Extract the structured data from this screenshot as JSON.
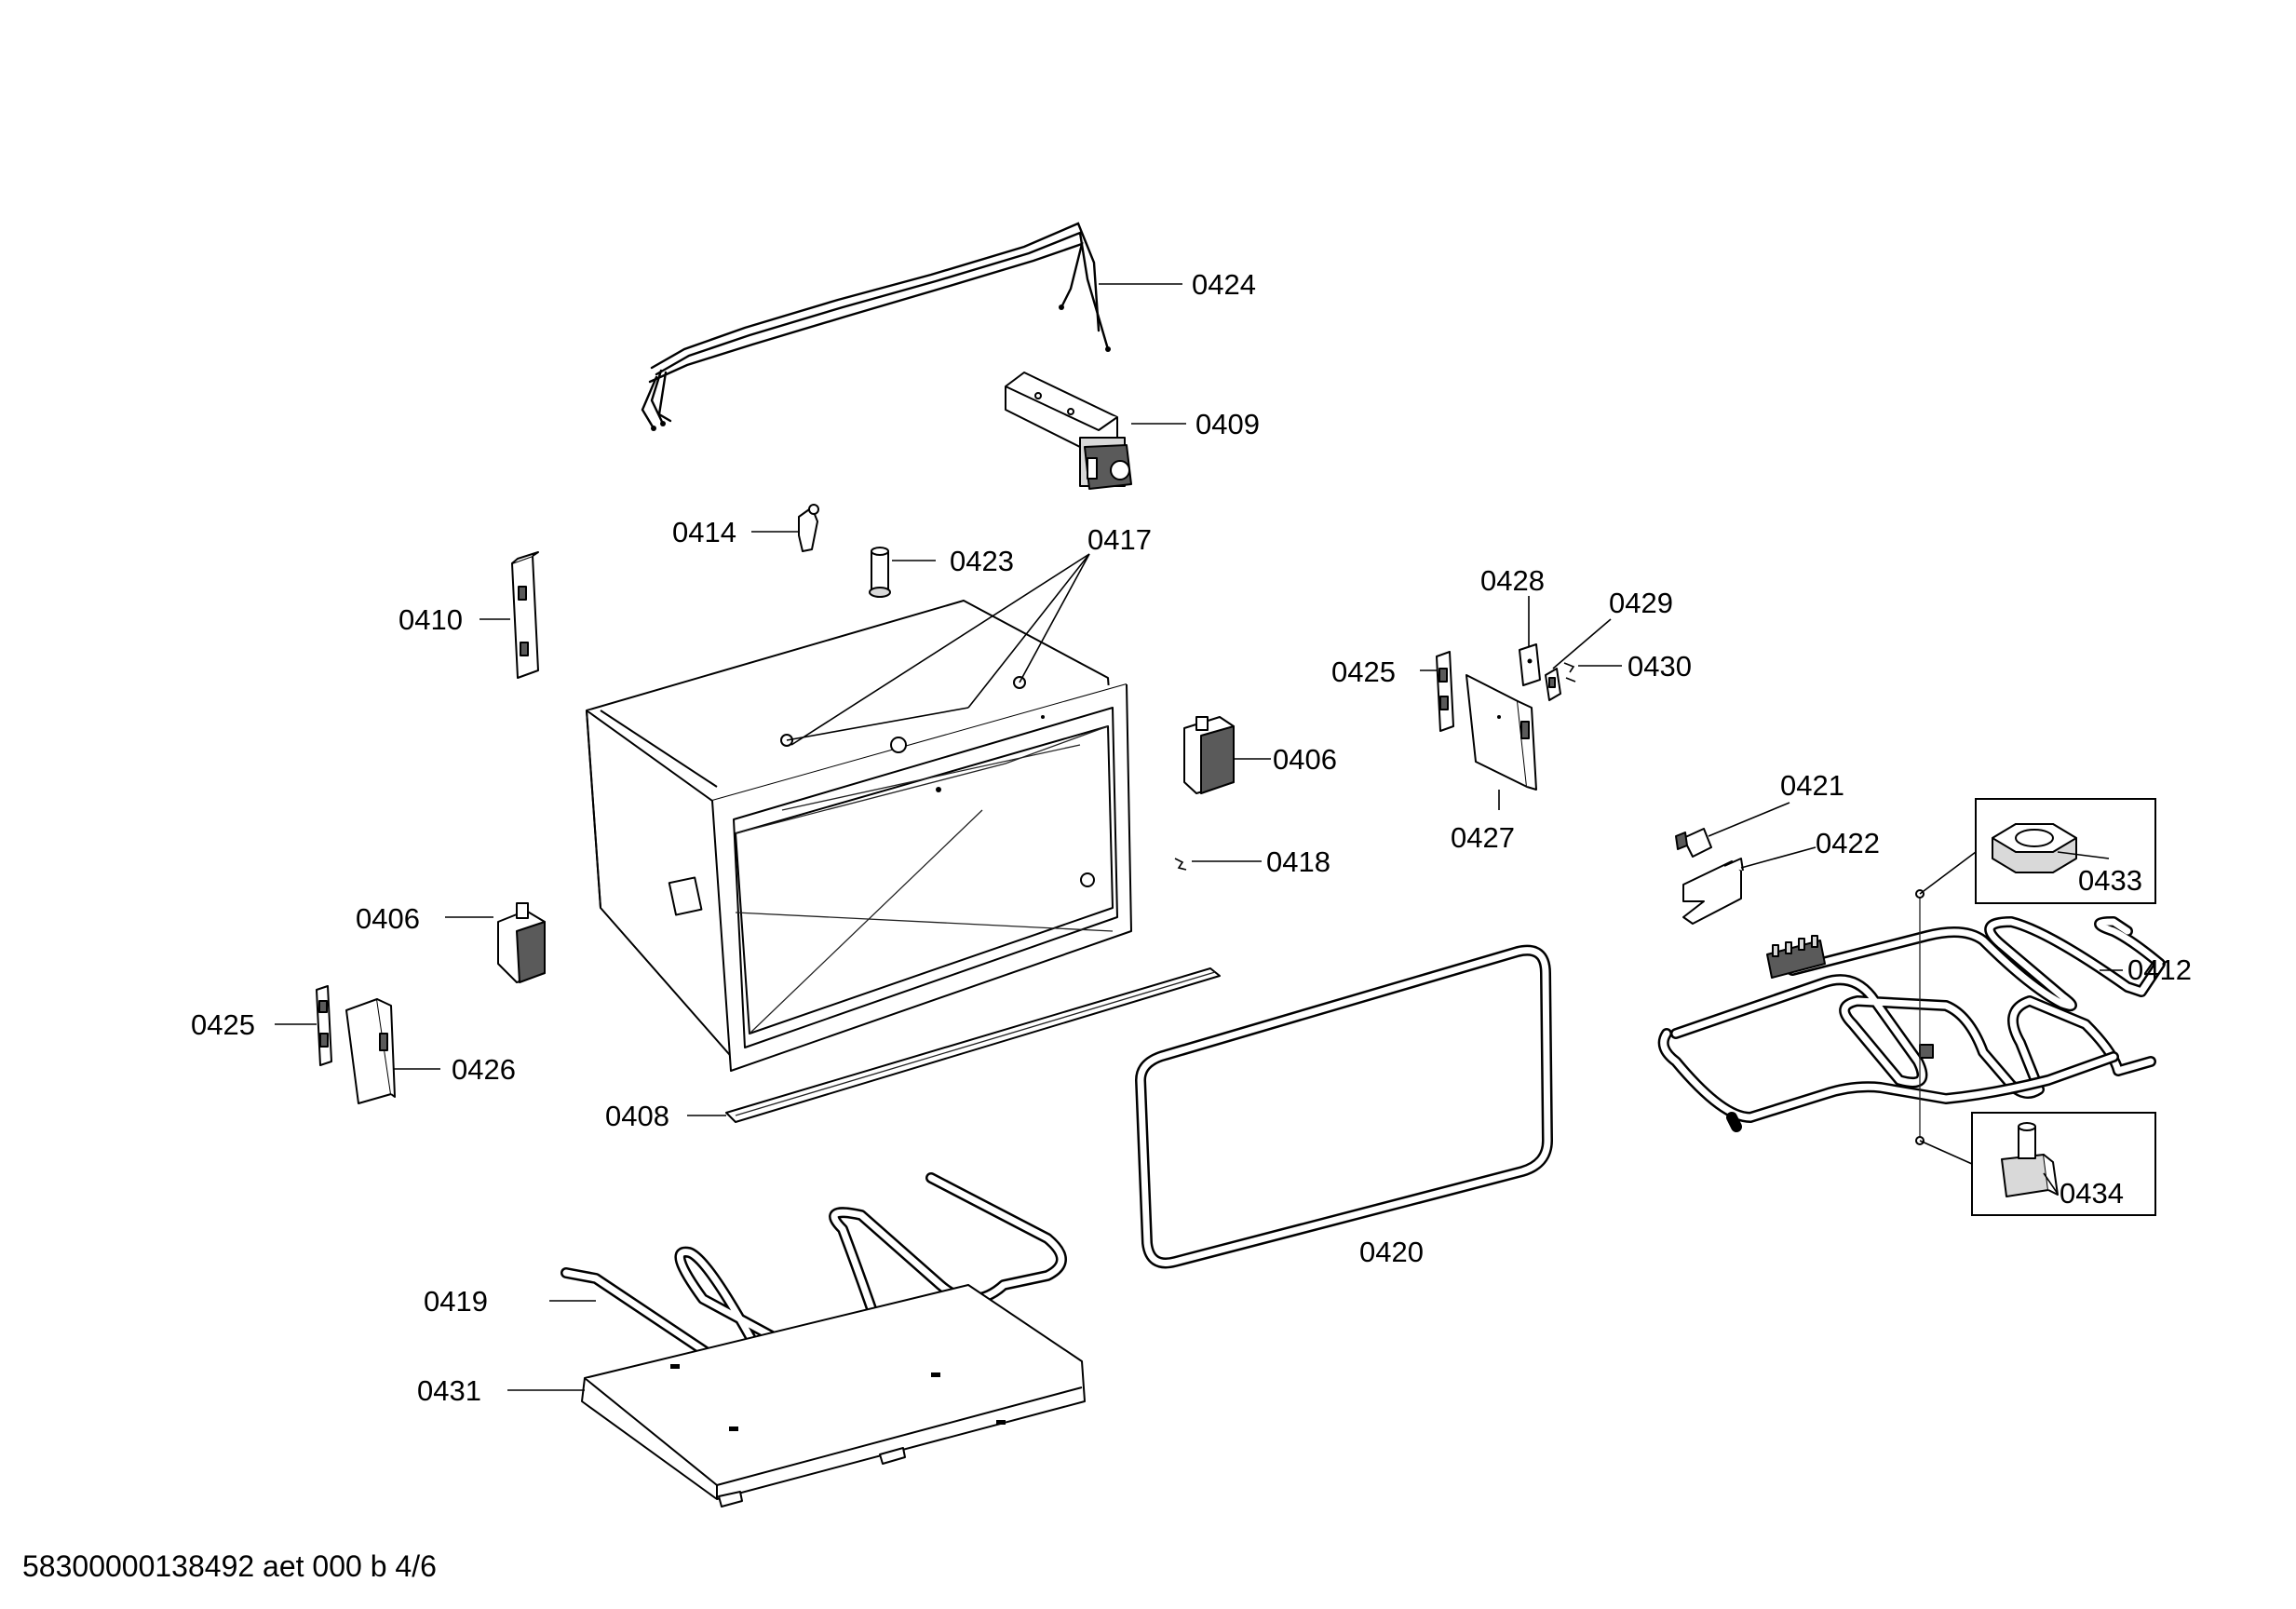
{
  "diagram": {
    "part_labels": {
      "p0424": "0424",
      "p0409": "0409",
      "p0414": "0414",
      "p0423": "0423",
      "p0417": "0417",
      "p0410": "0410",
      "p0406_right": "0406",
      "p0418": "0418",
      "p0406_left": "0406",
      "p0425_left": "0425",
      "p0426": "0426",
      "p0408": "0408",
      "p0420": "0420",
      "p0419": "0419",
      "p0431": "0431",
      "p0428": "0428",
      "p0429": "0429",
      "p0430": "0430",
      "p0425_right": "0425",
      "p0427": "0427",
      "p0421": "0421",
      "p0422": "0422",
      "p0433": "0433",
      "p0412": "0412",
      "p0434": "0434"
    },
    "document_reference": "58300000138492 aet 000 b 4/6"
  }
}
